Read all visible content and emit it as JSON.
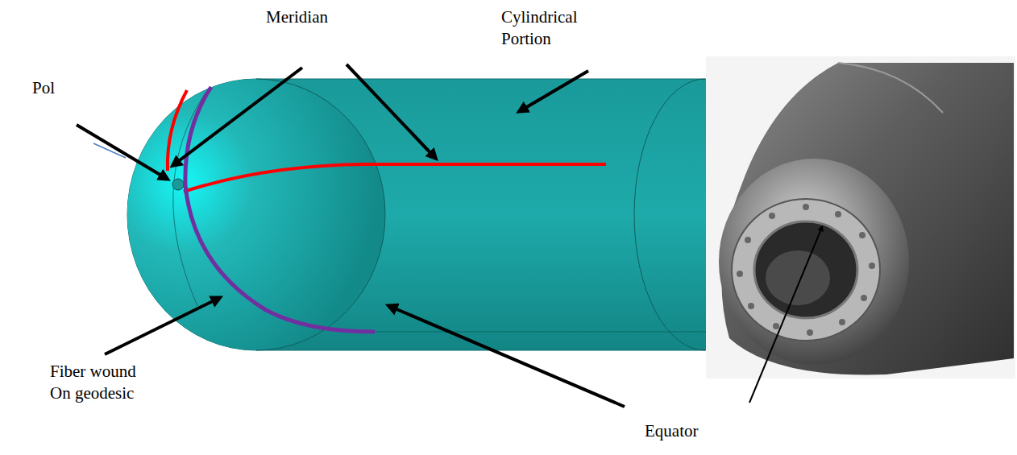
{
  "diagram": {
    "labels": [
      "Meridian",
      "Cylindrical Portion",
      "Pol",
      "Fiber wound On geodesic",
      "Equator"
    ]
  }
}
